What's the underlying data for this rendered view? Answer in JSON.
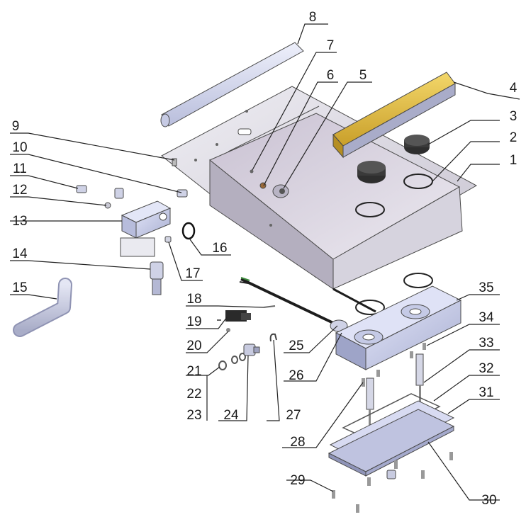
{
  "callouts": [
    "1",
    "2",
    "3",
    "4",
    "5",
    "6",
    "7",
    "8",
    "9",
    "10",
    "11",
    "12",
    "13",
    "14",
    "15",
    "16",
    "17",
    "18",
    "19",
    "20",
    "21",
    "22",
    "23",
    "24",
    "25",
    "26",
    "27",
    "28",
    "29",
    "30",
    "31",
    "32",
    "33",
    "34",
    "35"
  ],
  "colors": {
    "tray_light": "#e4e2ea",
    "tray_mid": "#c9c4d2",
    "tray_dark": "#8f8a9a",
    "bar_yellow": "#e3c24a",
    "bar_blue": "#d9dcf2",
    "plate_blue": "#d3d7f0",
    "dark_part": "#2b2b2b",
    "leader": "#222222"
  }
}
